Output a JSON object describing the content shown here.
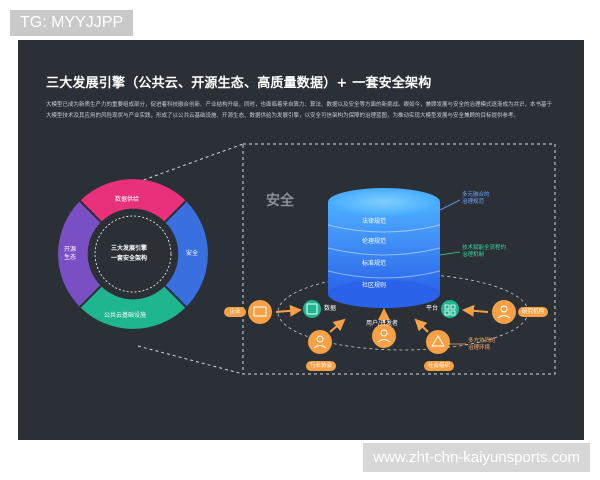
{
  "watermark_tag": "TG: MYYJJPP",
  "watermark_url": "www.zht-chn-kaiyunsports.com",
  "title": "三大发展引擎（公共云、开源生态、高质量数据）+ 一套安全架构",
  "description": "大模型已成为新质生产力的重要组成部分，促进着科技融合创新、产业结构升级，同时，也面临着来自算力、算法、数据以及安全等方面的新挑战。眼如今，兼顾发展与安全的治理模式逐渐成为共识，本书基于大模型技术及其应用的风险现状与产业实践，形成了以公共云基础设施、开源生态、数据供给为发展引擎，以安全可信架构为保障的治理蓝图，为推动实现大模型发展与安全兼顾的目标提供参考。",
  "ring": {
    "center": [
      "三大发展引擎",
      "一套安全架构"
    ],
    "segments": [
      {
        "label": "数据供给",
        "color": "#e8317a"
      },
      {
        "label": "安全",
        "color": "#3a6fe0"
      },
      {
        "label": "公共云基础设施",
        "color": "#1fb58f"
      },
      {
        "label": "开源生态",
        "color": "#7a4fc4"
      }
    ]
  },
  "security_label": "安全",
  "cylinder": {
    "layers": [
      "法律规范",
      "伦理规范",
      "标准规范"
    ],
    "center_label": "社区规则"
  },
  "nodes": {
    "left_top": "数据",
    "right_top": "平台",
    "bottom": [
      "用户/开发者"
    ]
  },
  "annotations": {
    "multi_party": "多元融合的\n治理规范",
    "tech_empowered": "技术赋能全流程的\n治理机制",
    "multi_collab": "多方协同的\n治理环境"
  },
  "pills": {
    "left": "企业",
    "right": "研究机构",
    "bottom_left": "行业协会",
    "bottom_right": "社会组织"
  },
  "colors": {
    "panel": "#2b2f36",
    "accent_orange": "#f7a146",
    "cylinder_blue": "#2f7cf0",
    "green": "#3fd09f"
  }
}
